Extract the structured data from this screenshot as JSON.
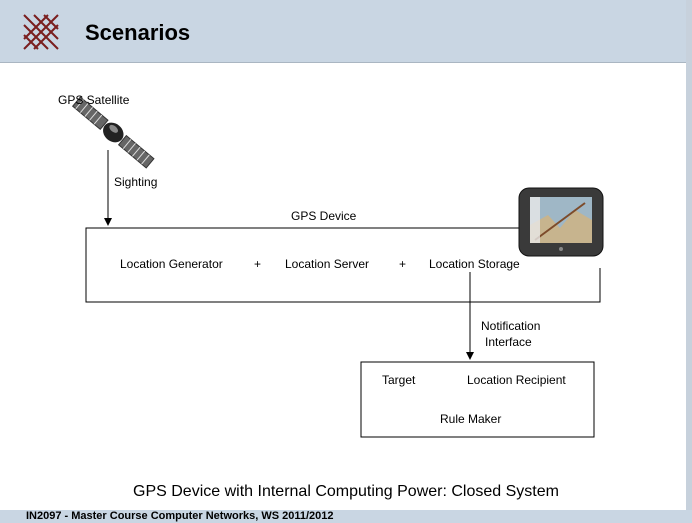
{
  "slide": {
    "title": "Scenarios",
    "footer": "IN2097 - Master Course Computer Networks, WS 2011/2012",
    "caption": "GPS Device with Internal Computing Power: Closed System"
  },
  "diagram": {
    "satellite_label": "GPS Satellite",
    "sighting_label": "Sighting",
    "device_label": "GPS Device",
    "components": [
      "Location Generator",
      "+",
      "Location Server",
      "+",
      "Location Storage"
    ],
    "notification_label": [
      "Notification",
      "Interface"
    ],
    "recipient_box": {
      "target": "Target",
      "recipient": "Location Recipient",
      "rule_maker": "Rule Maker"
    }
  }
}
